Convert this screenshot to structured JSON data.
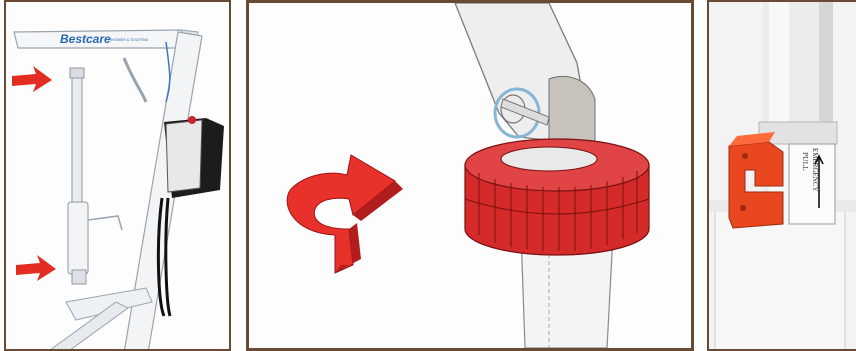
{
  "panel1": {
    "brand_name": "Bestcare",
    "brand_tagline": "SHOWER & TOILETING"
  },
  "panel3": {
    "label_line1": "PULL",
    "label_line2": "EMERGENCY"
  },
  "colors": {
    "frame": "#6b4a33",
    "arrow_red": "#e32d22",
    "cap_red": "#d42a2a",
    "brand_blue": "#2b67b3",
    "emergency_red": "#e9471f"
  },
  "icons": {
    "arrow_upper": "arrow-right-icon",
    "arrow_lower": "arrow-right-icon",
    "rotate": "curved-arrow-icon"
  }
}
